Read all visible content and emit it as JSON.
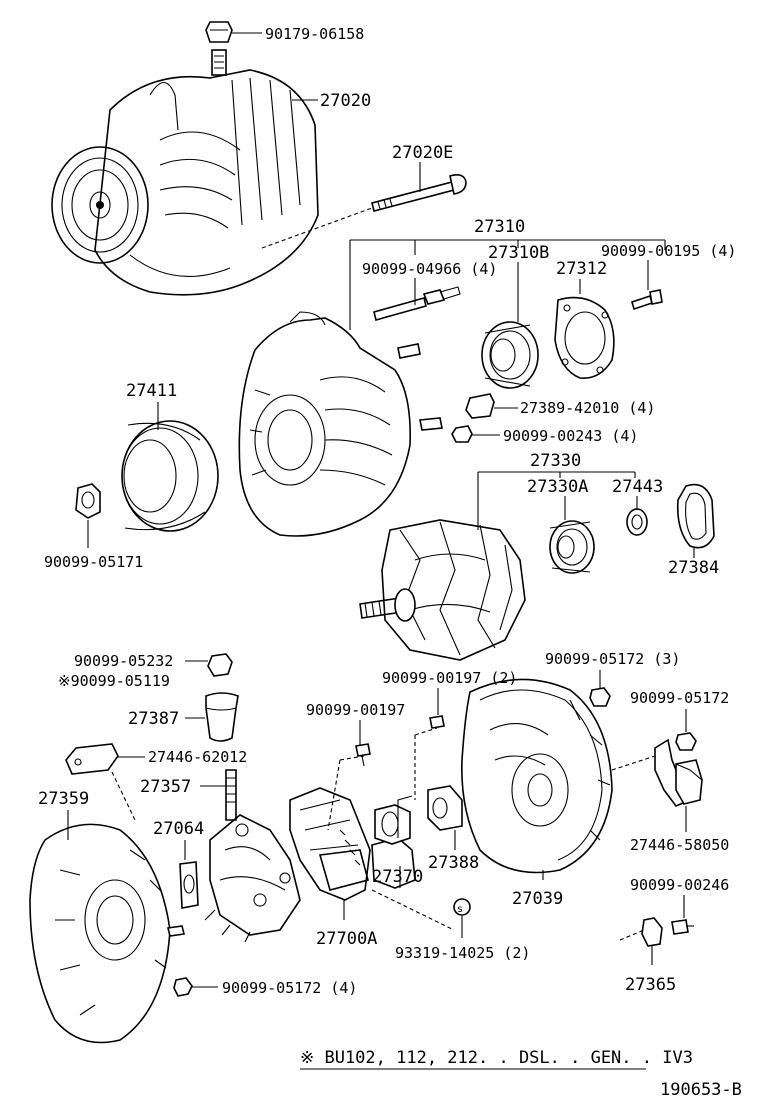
{
  "diagram": {
    "labels": {
      "p90179_06158": "90179-06158",
      "p27020": "27020",
      "p27020E": "27020E",
      "p27310": "27310",
      "p90099_04966": "90099-04966 (4)",
      "p27310B": "27310B",
      "p27312": "27312",
      "p90099_00195": "90099-00195 (4)",
      "p27411": "27411",
      "p27389_42010": "27389-42010 (4)",
      "p90099_00243": "90099-00243 (4)",
      "p27330": "27330",
      "p27330A": "27330A",
      "p27443": "27443",
      "p90099_05171": "90099-05171",
      "p27384": "27384",
      "p90099_05232": "90099-05232",
      "p90099_05119": "※90099-05119",
      "p27387": "27387",
      "p27446_62012": "27446-62012",
      "p90099_00197": "90099-00197",
      "p90099_00197_2": "90099-00197 (2)",
      "p90099_05172_3": "90099-05172 (3)",
      "p90099_05172": "90099-05172",
      "p27359": "27359",
      "p27357": "27357",
      "p27064": "27064",
      "p27370": "27370",
      "p27388": "27388",
      "p27039": "27039",
      "p27446_58050": "27446-58050",
      "p27700A": "27700A",
      "p93319_14025": "93319-14025 (2)",
      "p90099_00246": "90099-00246",
      "p27365": "27365",
      "p90099_05172_4": "90099-05172 (4)"
    },
    "footnote": "※ BU102, 112, 212. . DSL. . GEN. . IV3",
    "code": "190653-B"
  }
}
